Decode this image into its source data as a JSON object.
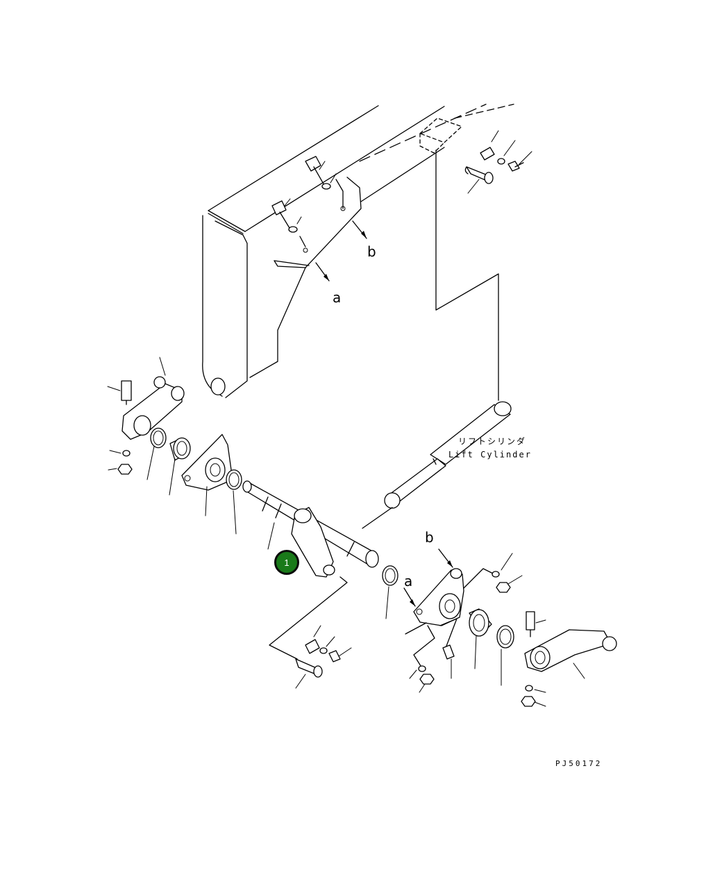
{
  "diagram": {
    "labels": {
      "a_top": "a",
      "b_top": "b",
      "a_lower": "a",
      "b_lower": "b"
    },
    "lift_cylinder_jp": "リフトシリンダ",
    "lift_cylinder_en": "Lift Cylinder",
    "drawing_code": "PJ50172",
    "callouts": [
      {
        "number": "1",
        "color": "#1a7a1a"
      }
    ]
  }
}
